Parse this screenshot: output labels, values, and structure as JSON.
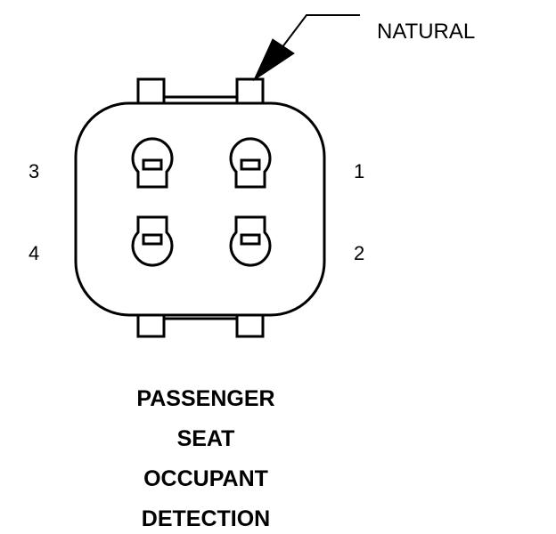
{
  "connector": {
    "color_label": "NATURAL",
    "pins": [
      {
        "number": "1"
      },
      {
        "number": "2"
      },
      {
        "number": "3"
      },
      {
        "number": "4"
      }
    ]
  },
  "title": {
    "lines": [
      "PASSENGER",
      "SEAT",
      "OCCUPANT",
      "DETECTION"
    ]
  },
  "colors": {
    "line": "#000000",
    "background": "#ffffff"
  }
}
